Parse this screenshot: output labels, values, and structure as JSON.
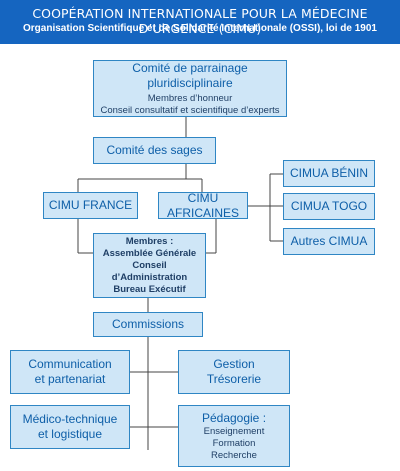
{
  "header": {
    "title": "COOPÉRATION INTERNATIONALE POUR LA MÉDECINE D’URGENCE (CIMU)",
    "subtitle": "Organisation Scientifique et de Solidarité Internationale (OSSI), loi de 1901"
  },
  "colors": {
    "header_bg": "#1565c0",
    "box_fill": "#cfe6f7",
    "box_border": "#2f86c4",
    "box_text": "#0e5fa8",
    "connector": "#444444"
  },
  "nodes": {
    "comite_parrainage": {
      "title": "Comité de parrainage pluridisciplinaire",
      "line1": "Membres d’honneur",
      "line2": "Conseil consultatif et scientifique d’experts"
    },
    "comite_sages": {
      "title": "Comité des sages"
    },
    "cimu_france": {
      "title": "CIMU FRANCE"
    },
    "cimu_africaines": {
      "title": "CIMU AFRICAINES"
    },
    "cimua_benin": {
      "title": "CIMUA BÉNIN"
    },
    "cimua_togo": {
      "title": "CIMUA TOGO"
    },
    "autres_cimua": {
      "title": "Autres CIMUA"
    },
    "membres": {
      "title": "Membres :",
      "line1": "Assemblée Générale",
      "line2": "Conseil d’Administration",
      "line3": "Bureau Exécutif"
    },
    "commissions": {
      "title": "Commissions"
    },
    "communication": {
      "line1": "Communication",
      "line2": "et partenariat"
    },
    "gestion": {
      "line1": "Gestion",
      "line2": "Trésorerie"
    },
    "medico": {
      "line1": "Médico-technique",
      "line2": "et logistique"
    },
    "pedagogie": {
      "title": "Pédagogie :",
      "line1": "Enseignement",
      "line2": "Formation",
      "line3": "Recherche"
    }
  }
}
